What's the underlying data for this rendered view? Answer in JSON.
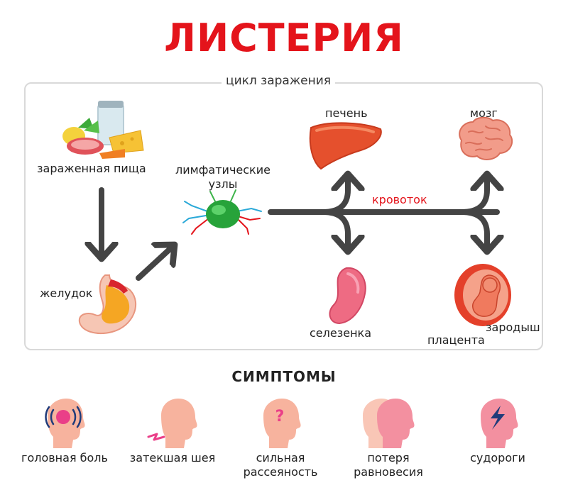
{
  "title": "ЛИСТЕРИЯ",
  "cycle": {
    "label": "цикл заражения",
    "food": "зараженная пища",
    "stomach": "желудок",
    "lymph_line1": "лимфатические",
    "lymph_line2": "узлы",
    "liver": "печень",
    "brain": "мозг",
    "bloodstream": "кровоток",
    "spleen": "селезенка",
    "placenta": "плацента",
    "fetus": "зародыш"
  },
  "colors": {
    "accent": "#e4141b",
    "arrow": "#444444"
  },
  "symptoms": {
    "title": "СИМПТОМЫ",
    "items": [
      {
        "label": "головная боль",
        "icon": "headache-icon"
      },
      {
        "label": "затекшая шея",
        "icon": "stiff-neck-icon"
      },
      {
        "label_line1": "сильная",
        "label_line2": "рассеяность",
        "icon": "confusion-icon"
      },
      {
        "label_line1": "потеря",
        "label_line2": "равновесия",
        "icon": "loss-of-balance-icon"
      },
      {
        "label": "судороги",
        "icon": "seizure-icon"
      }
    ]
  }
}
